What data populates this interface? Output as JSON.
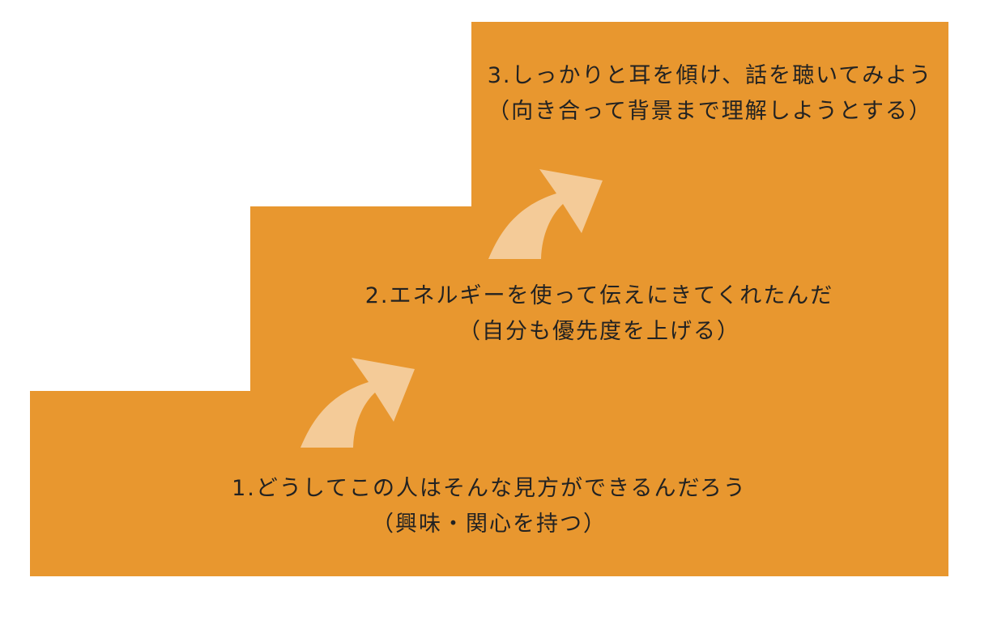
{
  "colors": {
    "step_fill": "#E8972F",
    "arrow_fill": "#F4CB98",
    "text": "#222222",
    "background": "#FFFFFF"
  },
  "steps": [
    {
      "title": "1.どうしてこの人はそんな見方ができるんだろう",
      "subtitle": "（興味・関心を持つ）"
    },
    {
      "title": "2.エネルギーを使って伝えにきてくれたんだ",
      "subtitle": "（自分も優先度を上げる）"
    },
    {
      "title": "3.しっかりと耳を傾け、話を聴いてみよう",
      "subtitle": "（向き合って背景まで理解しようとする）"
    }
  ],
  "arrows": [
    {
      "name": "arrow-up-right-icon",
      "between": "step-1-to-step-2"
    },
    {
      "name": "arrow-up-right-icon",
      "between": "step-2-to-step-3"
    }
  ]
}
